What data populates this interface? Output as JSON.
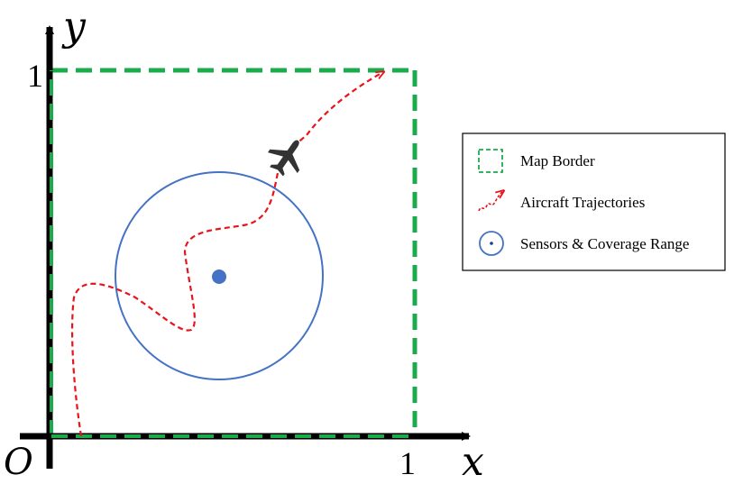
{
  "axes": {
    "x_label": "x",
    "y_label": "y",
    "origin_label": "O",
    "x_tick_label": "1",
    "y_tick_label": "1"
  },
  "legend": {
    "map_border": "Map Border",
    "aircraft_trajectories": "Aircraft Trajectories",
    "sensors": "Sensors & Coverage Range"
  },
  "icons": {
    "aircraft": "airplane-icon",
    "sensor": "sensor-dot-icon"
  },
  "colors": {
    "border": "#1aab4a",
    "trajectory": "#e8141c",
    "sensor": "#4472c4",
    "aircraft": "#333333",
    "axis": "#000000"
  }
}
